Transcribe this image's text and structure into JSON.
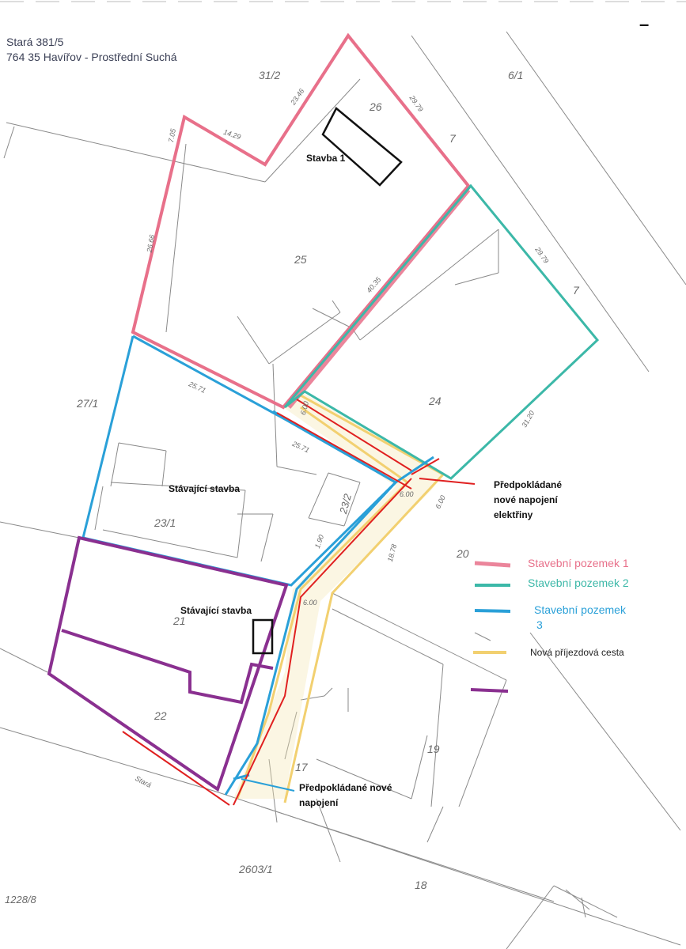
{
  "address": {
    "line1": "Stará 381/5",
    "line2": "764 35 Havířov - Prostřední Suchá"
  },
  "buildings": {
    "stavba1": "Stavba 1",
    "existing_top": "Stávající stavba",
    "existing_bottom": "Stávající stavba"
  },
  "parcels": {
    "p31_2": "31/2",
    "p6_1": "6/1",
    "p26": "26",
    "p25": "25",
    "p24": "24",
    "p27_1": "27/1",
    "p23_1": "23/1",
    "p23_2": "23/2",
    "p21": "21",
    "p22": "22",
    "p20": "20",
    "p19": "19",
    "p17": "17",
    "p18": "18",
    "p2603_1": "2603/1",
    "p1228_8": "1228/8",
    "p7a": "7",
    "p7b": "7"
  },
  "dimensions": {
    "d1": "23.46",
    "d2": "29.79",
    "d3": "14.29",
    "d4": "7.05",
    "d5": "26.66",
    "d6": "40.35",
    "d7": "29.79",
    "d8": "25.71",
    "d9": "25.71",
    "d10": "31.20",
    "d11": "6.00",
    "d12": "6.00",
    "d13": "18.78",
    "d14": "6.00",
    "d15": "1.90",
    "d16": "6.00",
    "street": "Stará"
  },
  "annotations": {
    "electric_line1": "Předpokládané",
    "electric_line2": "nové napojení",
    "electric_line3": "elektřiny",
    "connection_line1": "Předpokládané nové",
    "connection_line2": "napojení"
  },
  "legend": {
    "items": [
      {
        "label": "Stavební pozemek 1",
        "color": "#e8708a"
      },
      {
        "label": "Stavební pozemek 2",
        "color": "#3cb8a8"
      },
      {
        "label": "Stavební pozemek",
        "label2": "3",
        "color": "#2aa0d8"
      },
      {
        "label": "Nová příjezdová cesta",
        "color": "#f2d070"
      },
      {
        "label": "",
        "color": "#8a3090"
      }
    ]
  },
  "colors": {
    "plot1": "#e8708a",
    "plot2": "#3cb8a8",
    "plot3": "#2aa0d8",
    "road": "#f2d070",
    "purple": "#8a3090",
    "electric": "#e02020",
    "base": "#7a7a7a"
  },
  "header_mark": "–"
}
